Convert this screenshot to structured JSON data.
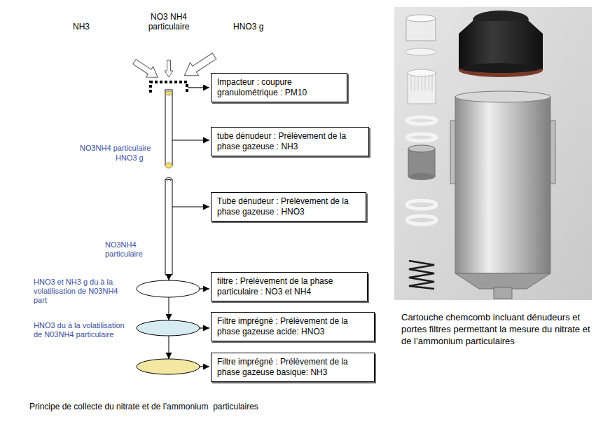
{
  "diagram": {
    "caption": "Principe de collecte du nitrate et de l’ammonium  particulaires",
    "nodes": [
      {
        "text": [
          "Impacteur : coupure granulométrique : PM10"
        ]
      },
      {
        "text": [
          "tube dénudeur : Prélèvement de la phase gazeuse : NH3"
        ]
      },
      {
        "text": [
          "Tube dénudeur : Prélèvement de la phase gazeuse : HNO3"
        ]
      },
      {
        "text": [
          "filtre : Prélèvement de la phase particulaire : NO3 et NH4"
        ]
      },
      {
        "text": [
          "Filtre imprégné : Prélèvement de la phase gazeuse acide: HNO3"
        ]
      },
      {
        "text": [
          "Filtre imprégné : Prélèvement de la phase gazeuse basique: NH3"
        ]
      }
    ],
    "labels": [
      "NH3",
      "NO3 NH4 particulaire",
      "HNO3 g",
      "NO3NH4 particulaire",
      "HNO3 g",
      "NO3NH4 particulaire",
      "HNO3 et NH3 g du à la volatilisation de N03NH4 part",
      "HNO3 du à la volatilisation de N03NH4 particulaire",
      "Cartouche chemcomb incluant dénudeurs et portes filtres permettant la mesure du nitrate et de l’ammonium particulaires"
    ]
  }
}
